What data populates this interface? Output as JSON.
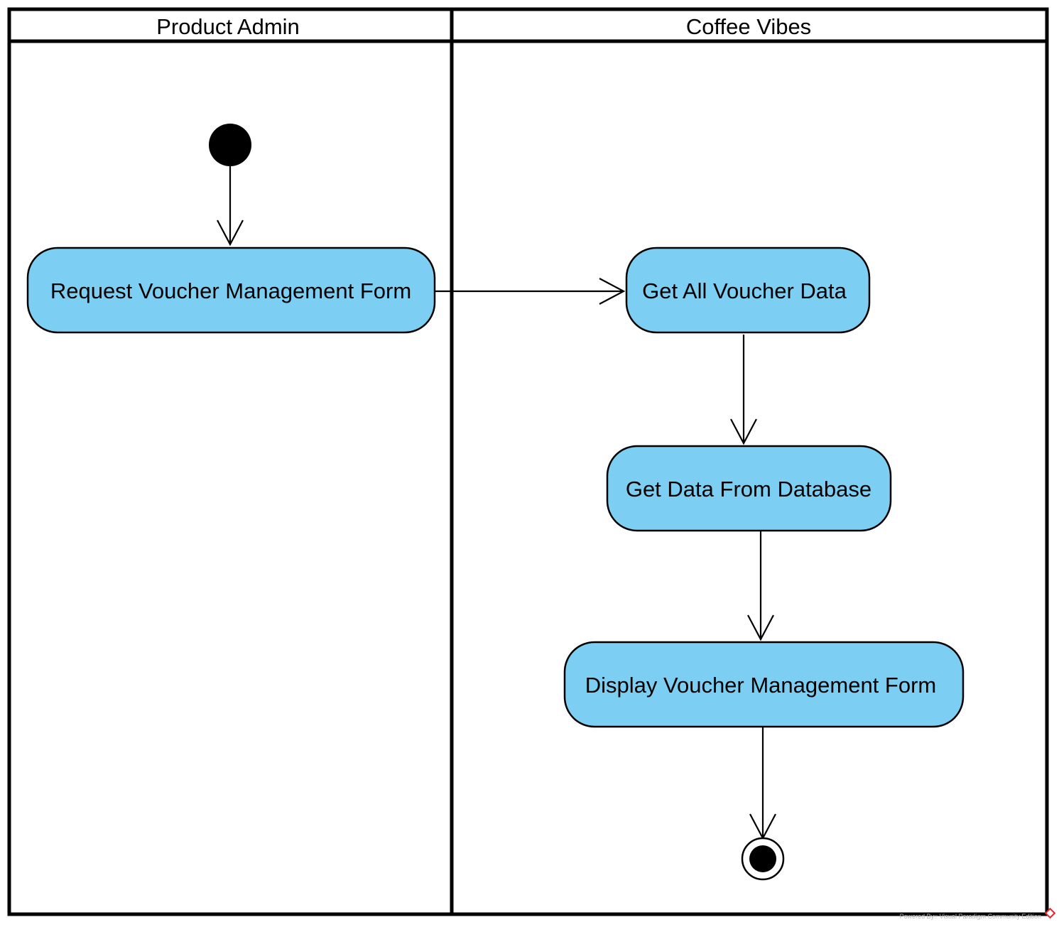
{
  "swimlanes": [
    {
      "title": "Product Admin"
    },
    {
      "title": "Coffee Vibes"
    }
  ],
  "actions": {
    "request": "Request Voucher Management Form",
    "get_all": "Get All Voucher Data",
    "get_db": "Get Data From Database",
    "display": "Display Voucher Management Form"
  },
  "watermark": "Powered By:: Visual Paradigm Community Edition",
  "colors": {
    "action_fill": "#7ccff3",
    "stroke": "#000000",
    "watermark_icon": "#e0262c"
  }
}
